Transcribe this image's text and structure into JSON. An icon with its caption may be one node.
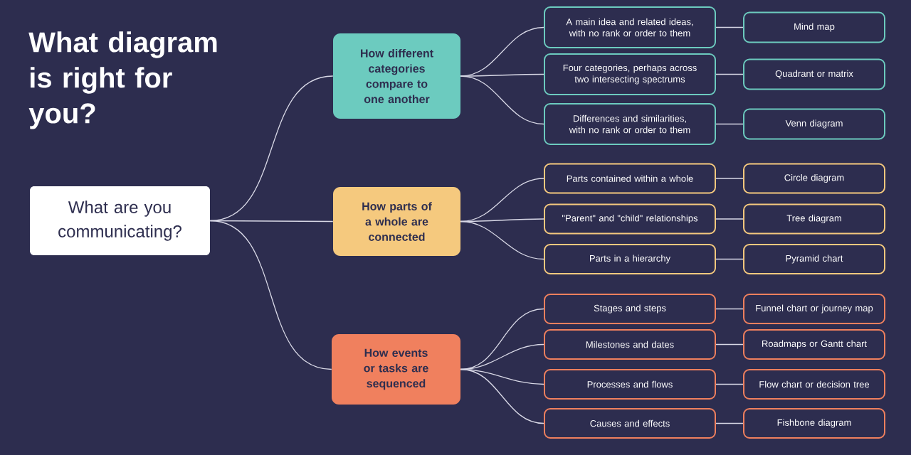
{
  "diagram": {
    "title": "What diagram is right for you?",
    "nodes": [
      {
        "text": [
          "What are you communicating?"
        ]
      },
      {
        "text": [
          "How different categories compare to one another"
        ]
      },
      {
        "text": [
          "How parts of a whole are connected"
        ]
      },
      {
        "text": [
          "How events or tasks are sequenced"
        ]
      },
      {
        "text": [
          "A main idea and related ideas, with no rank or order to them"
        ]
      },
      {
        "text": [
          "Four categories, perhaps across two intersecting spectrums"
        ]
      },
      {
        "text": [
          "Differences and similarities, with no rank or order to them"
        ]
      },
      {
        "text": [
          "Parts contained within a whole"
        ]
      },
      {
        "text": [
          "\"Parent\" and \"child\" relationships"
        ]
      },
      {
        "text": [
          "Parts in a hierarchy"
        ]
      },
      {
        "text": [
          "Stages and steps"
        ]
      },
      {
        "text": [
          "Milestones and dates"
        ]
      },
      {
        "text": [
          "Processes and flows"
        ]
      },
      {
        "text": [
          "Causes and effects"
        ]
      },
      {
        "text": [
          "Mind map"
        ]
      },
      {
        "text": [
          "Quadrant or matrix"
        ]
      },
      {
        "text": [
          "Venn diagram"
        ]
      },
      {
        "text": [
          "Circle diagram"
        ]
      },
      {
        "text": [
          "Tree diagram"
        ]
      },
      {
        "text": [
          "Pyramid chart"
        ]
      },
      {
        "text": [
          "Funnel chart or journey map"
        ]
      },
      {
        "text": [
          "Roadmaps or Gantt chart"
        ]
      },
      {
        "text": [
          "Flow chart or decision tree"
        ]
      },
      {
        "text": [
          "Fishbone diagram"
        ]
      }
    ],
    "edges": [
      {
        "from": 0,
        "to": 1,
        "arrow": "none"
      },
      {
        "from": 0,
        "to": 2,
        "arrow": "none"
      },
      {
        "from": 0,
        "to": 3,
        "arrow": "none"
      },
      {
        "from": 1,
        "to": 4,
        "arrow": "none"
      },
      {
        "from": 1,
        "to": 5,
        "arrow": "none"
      },
      {
        "from": 1,
        "to": 6,
        "arrow": "none"
      },
      {
        "from": 2,
        "to": 7,
        "arrow": "none"
      },
      {
        "from": 2,
        "to": 8,
        "arrow": "none"
      },
      {
        "from": 2,
        "to": 9,
        "arrow": "none"
      },
      {
        "from": 3,
        "to": 10,
        "arrow": "none"
      },
      {
        "from": 3,
        "to": 11,
        "arrow": "none"
      },
      {
        "from": 3,
        "to": 12,
        "arrow": "none"
      },
      {
        "from": 3,
        "to": 13,
        "arrow": "none"
      },
      {
        "from": 4,
        "to": 14,
        "arrow": "none"
      },
      {
        "from": 5,
        "to": 15,
        "arrow": "none"
      },
      {
        "from": 6,
        "to": 16,
        "arrow": "none"
      },
      {
        "from": 7,
        "to": 17,
        "arrow": "none"
      },
      {
        "from": 8,
        "to": 18,
        "arrow": "none"
      },
      {
        "from": 9,
        "to": 19,
        "arrow": "none"
      },
      {
        "from": 10,
        "to": 20,
        "arrow": "none"
      },
      {
        "from": 11,
        "to": 21,
        "arrow": "none"
      },
      {
        "from": 12,
        "to": 22,
        "arrow": "none"
      },
      {
        "from": 13,
        "to": 23,
        "arrow": "none"
      }
    ]
  }
}
